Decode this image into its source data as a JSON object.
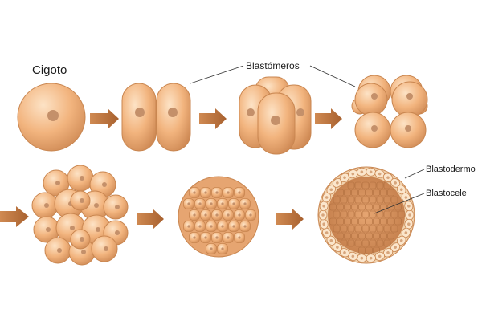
{
  "labels": {
    "zygote": "Cigoto",
    "blastomeres": "Blastómeros",
    "blastoderm": "Blastodermo",
    "blastocoel": "Blastocele"
  },
  "colors": {
    "cell_fill": "#f0b27c",
    "cell_dark": "#d08a55",
    "nucleus": "#c0906a",
    "arrow": "#b9713e",
    "wall_cell": "#fbe6cc",
    "inner": "#cf8a55"
  }
}
